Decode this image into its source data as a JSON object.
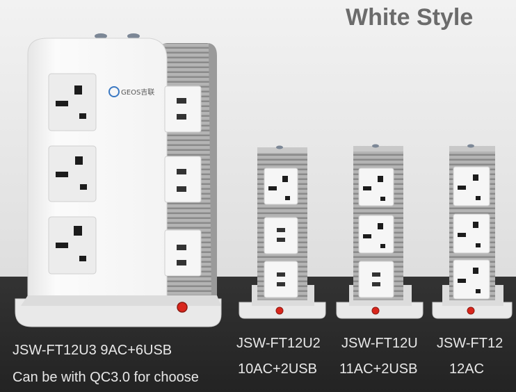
{
  "headline": "White Style",
  "products": [
    {
      "model_line": "JSW-FT12U3  9AC+6USB",
      "note": "Can be with QC3.0 for choose",
      "logo_text": "GEOS吉联"
    },
    {
      "model": "JSW-FT12U2",
      "config": "10AC+2USB"
    },
    {
      "model": "JSW-FT12U",
      "config": "11AC+2USB"
    },
    {
      "model": "JSW-FT12",
      "config": "12AC"
    }
  ],
  "colors": {
    "background_top": "#ececec",
    "background_bottom": "#2a2a2a",
    "device_white": "#f7f7f7",
    "device_grey": "#a9a9a9",
    "switch_red": "#d9261c",
    "headline": "#6b6b6b",
    "caption": "#e8e8e8"
  }
}
